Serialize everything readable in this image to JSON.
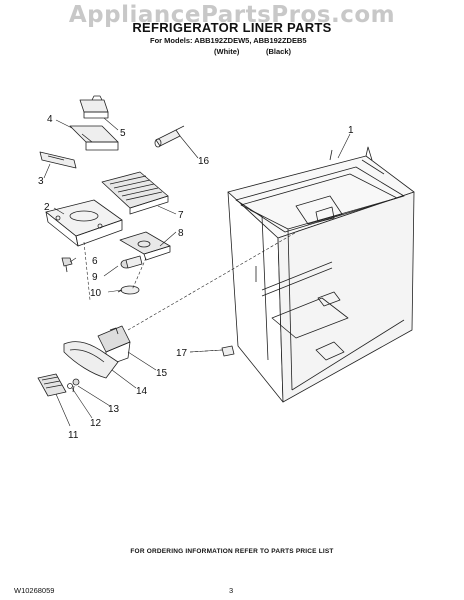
{
  "watermark": "AppliancePartsPros.com",
  "title": "REFRIGERATOR LINER PARTS",
  "models_line": "For Models: ABB192ZDEW5, ABB192ZDEB5",
  "variants": [
    "(White)",
    "(Black)"
  ],
  "callouts": [
    "1",
    "2",
    "3",
    "4",
    "5",
    "6",
    "7",
    "8",
    "9",
    "10",
    "11",
    "12",
    "13",
    "14",
    "15",
    "16",
    "17"
  ],
  "footer": {
    "ordering_info": "FOR ORDERING INFORMATION REFER TO PARTS PRICE LIST",
    "doc_number": "W10268059",
    "page_number": "3"
  }
}
